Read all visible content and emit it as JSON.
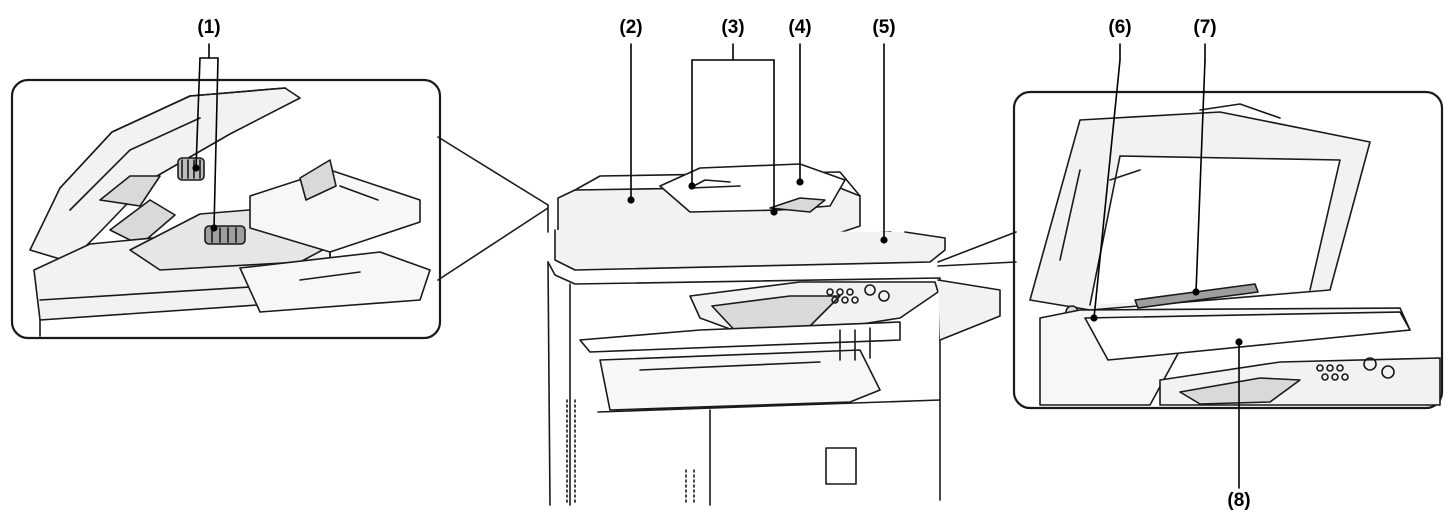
{
  "callouts": [
    {
      "id": "c1",
      "label": "(1)"
    },
    {
      "id": "c2",
      "label": "(2)"
    },
    {
      "id": "c3",
      "label": "(3)"
    },
    {
      "id": "c4",
      "label": "(4)"
    },
    {
      "id": "c5",
      "label": "(5)"
    },
    {
      "id": "c6",
      "label": "(6)"
    },
    {
      "id": "c7",
      "label": "(7)"
    },
    {
      "id": "c8",
      "label": "(8)"
    }
  ],
  "colors": {
    "line": "#1a1a1a",
    "machine_fill": "#f2f2f2",
    "shade": "#d9d9d9",
    "dark": "#555555",
    "callout_dot": "#000000"
  }
}
